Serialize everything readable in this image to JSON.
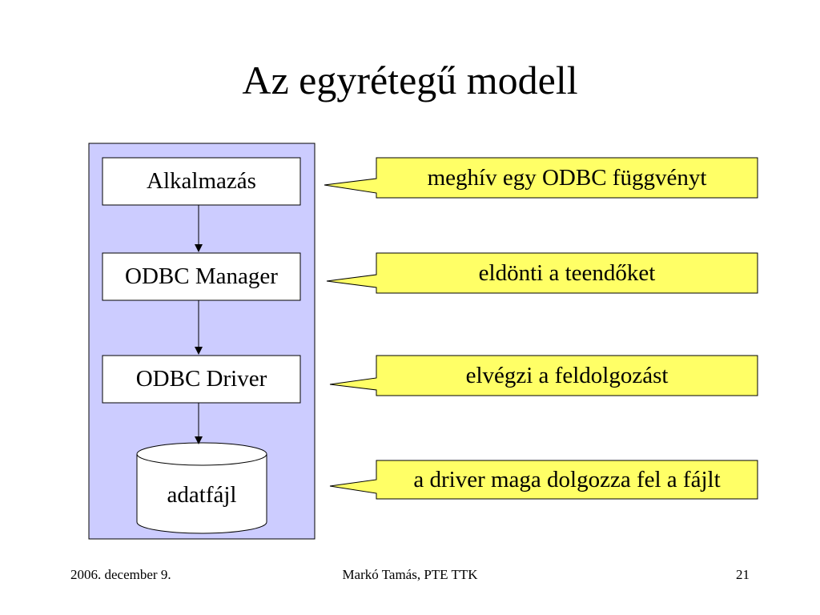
{
  "title": "Az egyrétegű modell",
  "layers": [
    {
      "label": "Alkalmazás"
    },
    {
      "label": "ODBC Manager"
    },
    {
      "label": "ODBC Driver"
    },
    {
      "label": "adatfájl",
      "shape": "cylinder"
    }
  ],
  "callouts": [
    {
      "label": "meghív egy ODBC függvényt"
    },
    {
      "label": "eldönti a teendőket"
    },
    {
      "label": "elvégzi a feldolgozást"
    },
    {
      "label": "a driver maga dolgozza fel a fájlt"
    }
  ],
  "footer": {
    "date": "2006. december 9.",
    "author": "Markó Tamás, PTE TTK",
    "page": "21"
  },
  "colors": {
    "panel_fill": "#ccccff",
    "box_fill": "#ffffff",
    "callout_fill": "#ffff66",
    "stroke": "#000000"
  }
}
